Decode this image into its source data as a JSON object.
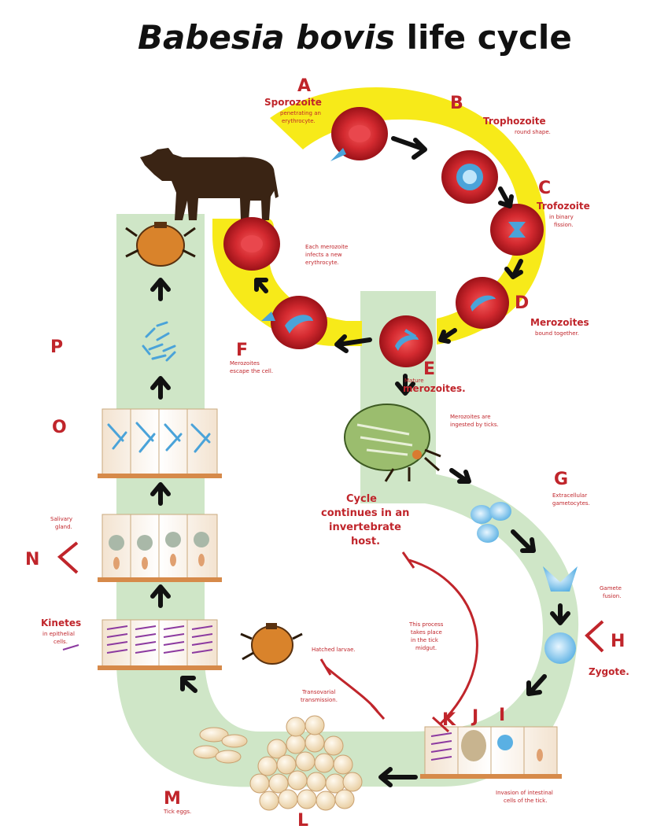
{
  "title": {
    "species": "Babesia bovis",
    "rest": " life cycle"
  },
  "stages": {
    "A": {
      "letter": "A",
      "name": "Sporozoite",
      "desc1": "penetrating an",
      "desc2": "erythrocyte."
    },
    "B": {
      "letter": "B",
      "name": "Trophozoite",
      "desc1": "round shape."
    },
    "C": {
      "letter": "C",
      "name": "Trofozoite",
      "desc1": "in binary",
      "desc2": "fission."
    },
    "D": {
      "letter": "D",
      "name": "Merozoites",
      "desc1": "bound together."
    },
    "E": {
      "letter": "E",
      "desc1": "Mature",
      "name": "merozoites."
    },
    "F": {
      "letter": "F",
      "desc1": "Merozoites",
      "desc2": "escape the cell."
    },
    "G": {
      "letter": "G",
      "desc1": "Extracellular",
      "desc2": "gametocytes."
    },
    "H": {
      "letter": "H",
      "name": "Zygote.",
      "desc1": "Gamete",
      "desc2": "fusion."
    },
    "I": {
      "letter": "I"
    },
    "J": {
      "letter": "J"
    },
    "K": {
      "letter": "K",
      "desc1": "Invasion of intestinal",
      "desc2": "cells of the tick."
    },
    "L": {
      "letter": "L"
    },
    "M": {
      "letter": "M",
      "desc1": "Tick eggs."
    },
    "N": {
      "letter": "N",
      "gland1": "Salivary",
      "gland2": "gland.",
      "name": "Kinetes",
      "desc1": "in epithelial",
      "desc2": "cells."
    },
    "O": {
      "letter": "O"
    },
    "P": {
      "letter": "P"
    }
  },
  "notes": {
    "each_merozoite": [
      "Each merozoite",
      "infects a new",
      "erythrocyte."
    ],
    "ingested": [
      "Merozoites are",
      "ingested by ticks."
    ],
    "cycle_continues": [
      "Cycle",
      "continues in an",
      "invertebrate",
      "host."
    ],
    "midgut": [
      "This process",
      "takes place",
      "in the tick",
      "midgut."
    ],
    "hatched": "Hatched larvae.",
    "transovarial": [
      "Transovarial",
      "transmission."
    ]
  },
  "colors": {
    "accent_red": "#c0252b",
    "ring_yellow": "#f7ea19",
    "band_green": "#cfe6c7",
    "rbc_red": "#c8202a",
    "parasite_blue": "#4aa3d9",
    "tick_orange": "#d9832b",
    "cow_brown": "#3a2414"
  }
}
